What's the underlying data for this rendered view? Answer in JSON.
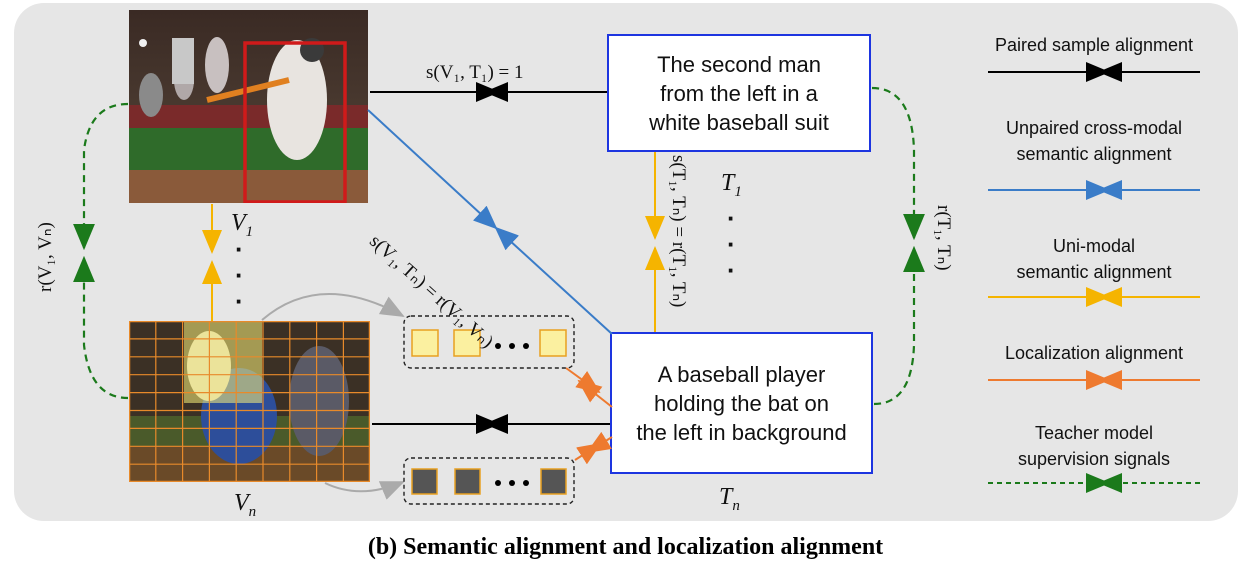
{
  "caption": "(b) Semantic alignment and localization alignment",
  "text_box_1": "The second man\nfrom the left in a\nwhite baseball suit",
  "text_box_n": "A baseball player\nholding the bat on\nthe left in background",
  "labels": {
    "v1_base": "V",
    "v1_sub": "1",
    "vn_base": "V",
    "vn_sub": "n",
    "t1_base": "T",
    "t1_sub": "1",
    "tn_base": "T",
    "tn_sub": "n"
  },
  "formulas": {
    "s_v1_t1": "s(V₁, T₁) = 1",
    "s_v1_tn": "s(V₁, Tₙ) = r(V₁, Vₙ)",
    "s_t1_tn": "s(T₁, Tₙ) = r(T₁, Tₙ)",
    "r_v1_vn": "r(V₁, Vₙ)",
    "r_t1_tn": "r(T₁, Tₙ)"
  },
  "legend": [
    {
      "label": "Paired sample alignment",
      "color": "#000000",
      "style": "solid"
    },
    {
      "label": "Unpaired cross-modal\nsemantic alignment",
      "color": "#3a7cc8",
      "style": "solid"
    },
    {
      "label": "Uni-modal\nsemantic alignment",
      "color": "#f5b400",
      "style": "solid"
    },
    {
      "label": "Localization alignment",
      "color": "#ee7a2f",
      "style": "solid"
    },
    {
      "label": "Teacher model\nsupervision signals",
      "color": "#1b7a1b",
      "style": "dashed"
    }
  ],
  "colors": {
    "paired": "#000000",
    "cross_modal": "#3a7cc8",
    "uni_modal": "#f5b400",
    "localization": "#ee7a2f",
    "teacher": "#1b7a1b",
    "text_box_border": "#1d35e0",
    "bbox_red": "#d01a1a",
    "grid_orange": "#e88a2a",
    "token_yellow": "#fbf0a0",
    "token_gray": "#555555"
  }
}
